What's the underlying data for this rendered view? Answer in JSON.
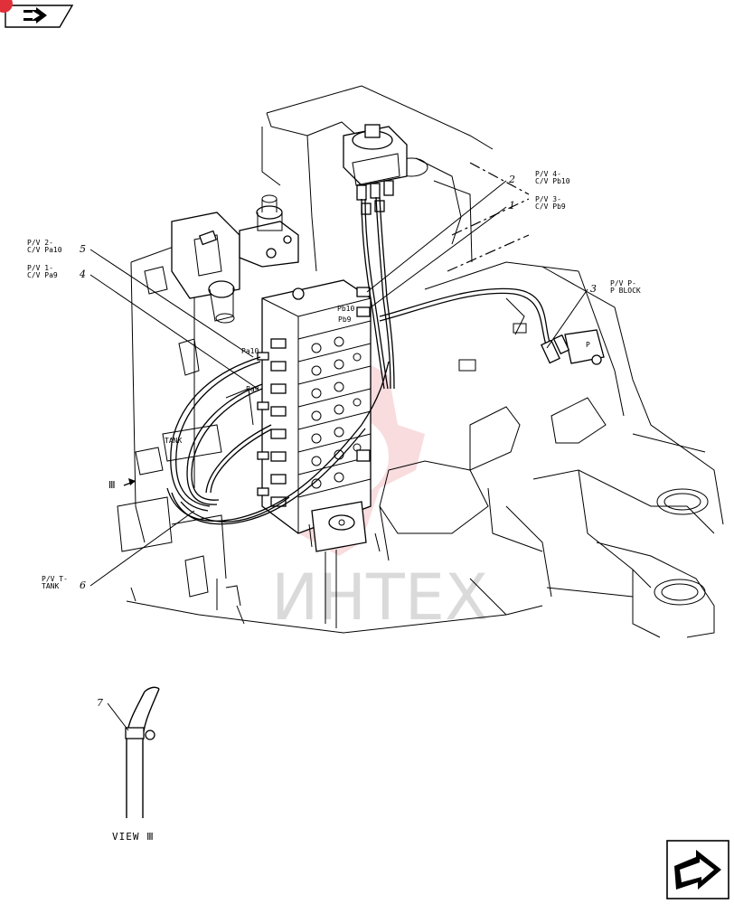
{
  "callouts": [
    {
      "number": "1",
      "text": [
        "P/V 3-",
        "C/V Pb9"
      ]
    },
    {
      "number": "2",
      "text": [
        "P/V 4-",
        "C/V Pb10"
      ]
    },
    {
      "number": "3",
      "text": [
        "P/V P-",
        "P BLOCK"
      ]
    },
    {
      "number": "4",
      "text": [
        "P/V 1-",
        "C/V Pa9"
      ]
    },
    {
      "number": "5",
      "text": [
        "P/V 2-",
        "C/V Pa10"
      ]
    },
    {
      "number": "6",
      "text": [
        "P/V T-",
        "TANK"
      ]
    },
    {
      "number": "7",
      "text": []
    }
  ],
  "port_labels": {
    "pb10": "Pb10",
    "pb9": "Pb9",
    "pa10": "Pa10",
    "pa9": "Pa9",
    "tank": "TANK",
    "p": "P"
  },
  "view_marker": "Ⅲ",
  "view_caption": "VIEW Ⅲ",
  "watermark": "ИНТЕХ",
  "colors": {
    "line": "#000000",
    "watermark_gear": "#f4c0c4",
    "watermark_text": "#bbbbbb",
    "corner_badge": "#e0303a"
  },
  "icons": {
    "top_left": "previous-page-arrow-icon",
    "bottom_right": "next-page-arrow-icon"
  }
}
